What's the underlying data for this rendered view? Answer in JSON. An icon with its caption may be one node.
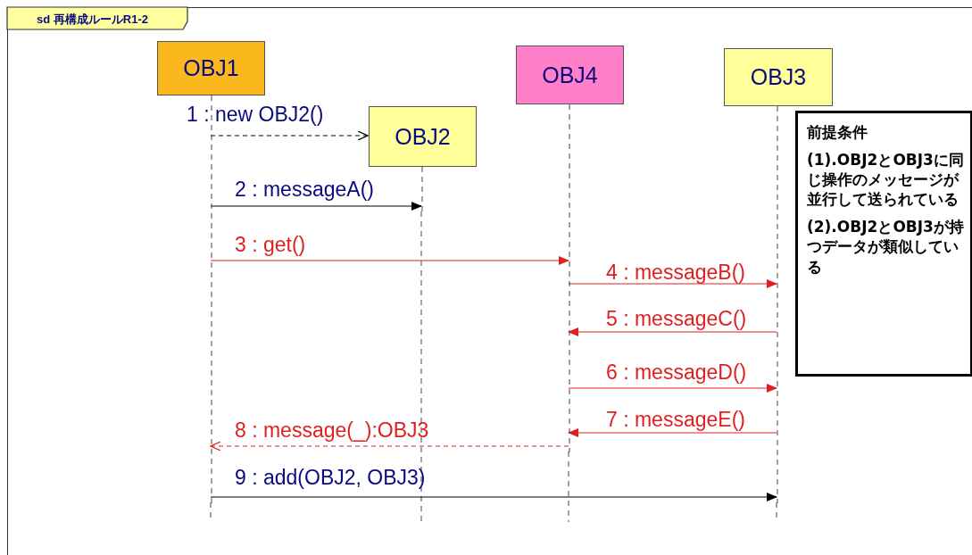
{
  "diagram": {
    "nodes": [
      {
        "text": [
          "sd 再構成ルールR1-2"
        ]
      },
      {
        "text": [
          "OBJ1"
        ],
        "in": 0
      },
      {
        "text": [
          "OBJ2"
        ],
        "in": 0
      },
      {
        "text": [
          "OBJ4"
        ],
        "in": 0
      },
      {
        "text": [
          "OBJ3"
        ],
        "in": 0
      },
      {
        "text": [
          "前提条件",
          "(1).OBJ2とOBJ3に同じ操作のメッセージが並行して送られている",
          "(2).OBJ2とOBJ3が持つデータが類似している"
        ],
        "in": 0
      }
    ],
    "edges": [
      {
        "from": 1,
        "to": 2,
        "arrow": "to",
        "label": "1 : new OBJ2()",
        "style": "dashed",
        "color": "#000000"
      },
      {
        "from": 1,
        "to": 2,
        "arrow": "to",
        "label": "2 : messageA()",
        "color": "#000000"
      },
      {
        "from": 1,
        "to": 3,
        "arrow": "to",
        "label": "3 : get()",
        "color": "#e02020"
      },
      {
        "from": 3,
        "to": 4,
        "arrow": "to",
        "label": "4 : messageB()",
        "color": "#e02020"
      },
      {
        "from": 4,
        "to": 3,
        "arrow": "to",
        "label": "5 : messageC()",
        "color": "#e02020"
      },
      {
        "from": 3,
        "to": 4,
        "arrow": "to",
        "label": "6 : messageD()",
        "color": "#e02020"
      },
      {
        "from": 4,
        "to": 3,
        "arrow": "to",
        "label": "7 : messageE()",
        "color": "#e02020"
      },
      {
        "from": 3,
        "to": 1,
        "arrow": "to",
        "label": "8 : message(_):OBJ3",
        "style": "dashed",
        "color": "#e02020"
      },
      {
        "from": 1,
        "to": 4,
        "arrow": "to",
        "label": "9 : add(OBJ2, OBJ3)",
        "color": "#000000"
      }
    ]
  }
}
